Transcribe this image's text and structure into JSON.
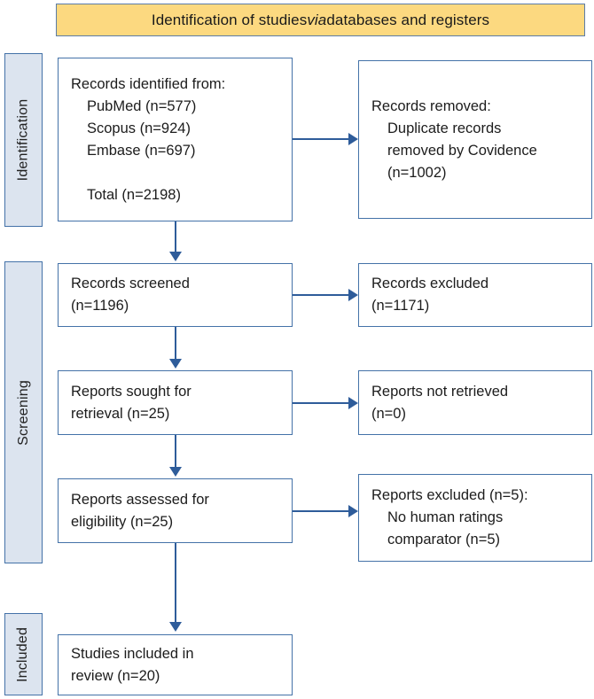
{
  "diagram": {
    "title": "PRISMA flow diagram",
    "banner": {
      "text_before": "Identification of studies ",
      "text_italic": "via",
      "text_after": " databases and registers"
    },
    "colors": {
      "banner_fill": "#fcd980",
      "banner_border": "#5b7ca8",
      "stage_label_fill": "#dce4ef",
      "stage_label_border": "#4472a8",
      "box_border": "#4472a8",
      "box_fill": "#ffffff",
      "connector": "#2e5c9a",
      "text": "#1c1c1c"
    },
    "stages": [
      {
        "id": "identification",
        "label": "Identification"
      },
      {
        "id": "screening",
        "label": "Screening"
      },
      {
        "id": "included",
        "label": "Included"
      }
    ],
    "boxes": {
      "records_identified": {
        "lines": [
          "Records identified from:",
          "PubMed (n=577)",
          "Scopus (n=924)",
          "Embase (n=697)",
          "",
          "Total (n=2198)"
        ]
      },
      "records_removed": {
        "lines": [
          "Records removed:",
          "Duplicate records",
          "removed by Covidence",
          "(n=1002)"
        ]
      },
      "records_screened": {
        "lines": [
          "Records screened",
          "(n=1196)"
        ]
      },
      "records_excluded": {
        "lines": [
          "Records excluded",
          "(n=1171)"
        ]
      },
      "reports_sought": {
        "lines": [
          "Reports sought for",
          "retrieval (n=25)"
        ]
      },
      "reports_not_retrieved": {
        "lines": [
          "Reports not retrieved",
          "(n=0)"
        ]
      },
      "reports_assessed": {
        "lines": [
          "Reports assessed for",
          "eligibility (n=25)"
        ]
      },
      "reports_excluded": {
        "lines": [
          "Reports excluded (n=5):",
          "No human ratings",
          "comparator (n=5)"
        ]
      },
      "studies_included": {
        "lines": [
          "Studies included in",
          "review (n=20)"
        ]
      }
    },
    "counts": {
      "pubmed": 577,
      "scopus": 924,
      "embase": 697,
      "total_identified": 2198,
      "duplicates_removed": 1002,
      "records_screened": 1196,
      "records_excluded": 1171,
      "reports_sought": 25,
      "reports_not_retrieved": 0,
      "reports_assessed": 25,
      "reports_excluded": 5,
      "no_human_ratings_comparator": 5,
      "studies_included": 20
    }
  }
}
